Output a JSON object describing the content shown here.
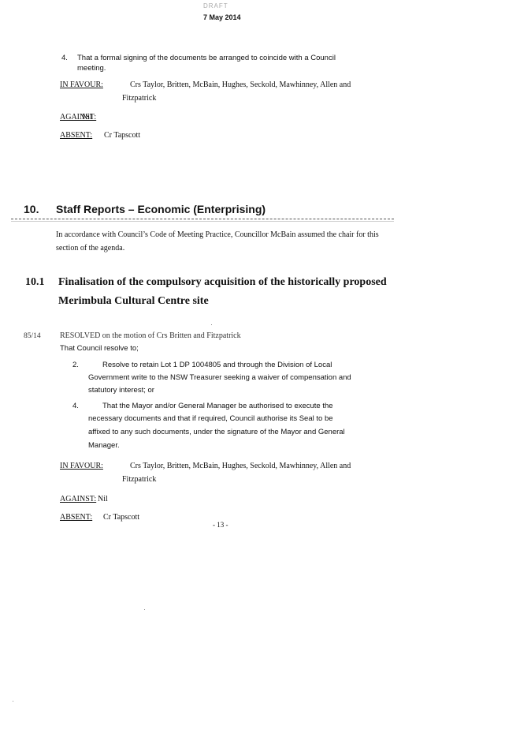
{
  "header": {
    "draft": "DRAFT",
    "date": "7 May 2014"
  },
  "section1": {
    "item4_num": "4.",
    "item4_line1": "That a formal signing of the documents be arranged to coincide with a Council",
    "item4_line2": "meeting.",
    "favour_label": "IN FAVOUR:",
    "favour_line1": "Crs Taylor, Britten, McBain, Hughes, Seckold, Mawhinney, Allen and",
    "favour_line2": "Fitzpatrick",
    "against_label": "AGAINST:",
    "against_value": "Nil",
    "absent_label": "ABSENT:",
    "absent_value": "Cr Tapscott"
  },
  "section10": {
    "number": "10.",
    "title": "Staff Reports – Economic (Enterprising)",
    "intro_line1": "In accordance with Council’s Code of Meeting Practice, Councillor McBain assumed the chair for this",
    "intro_line2": "section of the agenda."
  },
  "item101": {
    "number": "10.1",
    "title_line1": "Finalisation of the compulsory acquisition of the historically proposed",
    "title_line2": "Merimbula Cultural Centre site",
    "resolution_no": "85/14",
    "resolved": "RESOLVED on the motion of Crs Britten and Fitzpatrick",
    "resolve_to": "That Council resolve to;",
    "items": [
      {
        "num": "2.",
        "lines": [
          "Resolve to retain Lot 1 DP 1004805 and through the Division of Local",
          "Government write to the NSW Treasurer seeking a waiver of compensation and",
          "statutory interest; or"
        ]
      },
      {
        "num": "4.",
        "lines": [
          "That the Mayor and/or General Manager be authorised to execute the",
          "necessary documents and that if required, Council authorise its Seal to be",
          "affixed to any such documents, under the signature of the Mayor and General",
          "Manager."
        ]
      }
    ],
    "favour_label": "IN FAVOUR:",
    "favour_line1": "Crs Taylor, Britten, McBain, Hughes, Seckold, Mawhinney, Allen and",
    "favour_line2": "Fitzpatrick",
    "against_label": "AGAINST:",
    "against_value": "Nil",
    "absent_label": "ABSENT:",
    "absent_value": "Cr Tapscott"
  },
  "footer": {
    "page_number": "- 13 -"
  }
}
